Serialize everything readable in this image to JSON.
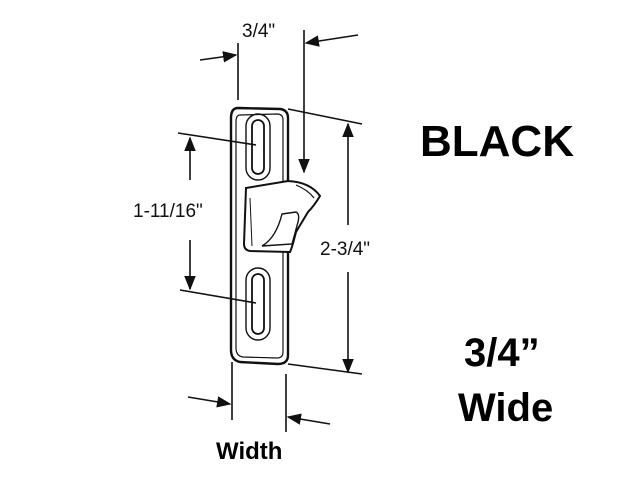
{
  "diagram": {
    "subject": "Sliding door keeper / strike plate",
    "color_label": "BLACK",
    "width_callout": {
      "value": "3/4”",
      "word": "Wide"
    },
    "dimensions": {
      "top_width": "3/4\"",
      "hole_spacing": "1-11/16\"",
      "overall_height": "2-3/4\"",
      "bottom_width_label": "Width"
    }
  },
  "colors": {
    "background": "#ffffff",
    "ink": "#111111",
    "text": "#000000"
  }
}
